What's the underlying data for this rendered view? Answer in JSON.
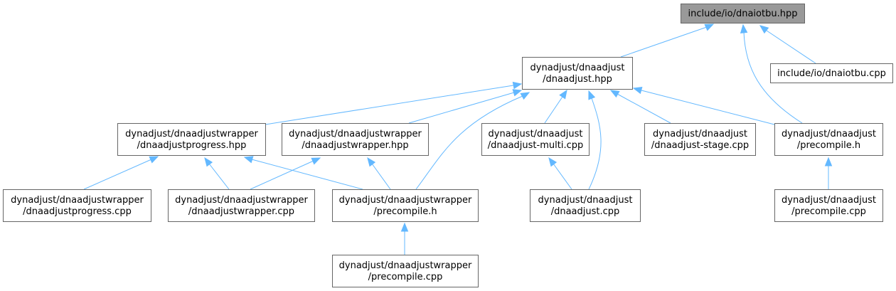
{
  "colors": {
    "edge": "#63b8ff",
    "node_border": "#666666",
    "node_fill": "#ffffff",
    "root_fill": "#999999",
    "text": "#000000"
  },
  "nodes": [
    {
      "id": "root",
      "lines": [
        "include/io/dnaiotbu.hpp"
      ],
      "root": true
    },
    {
      "id": "dnaadjust_hpp",
      "lines": [
        "dynadjust/dnaadjust",
        "/dnaadjust.hpp"
      ]
    },
    {
      "id": "dnaiotbu_cpp",
      "lines": [
        "include/io/dnaiotbu.cpp"
      ]
    },
    {
      "id": "wr_progress_hpp",
      "lines": [
        "dynadjust/dnaadjustwrapper",
        "/dnaadjustprogress.hpp"
      ]
    },
    {
      "id": "wr_wrapper_hpp",
      "lines": [
        "dynadjust/dnaadjustwrapper",
        "/dnaadjustwrapper.hpp"
      ]
    },
    {
      "id": "multi_cpp",
      "lines": [
        "dynadjust/dnaadjust",
        "/dnaadjust-multi.cpp"
      ]
    },
    {
      "id": "stage_cpp",
      "lines": [
        "dynadjust/dnaadjust",
        "/dnaadjust-stage.cpp"
      ]
    },
    {
      "id": "adj_precompile_h",
      "lines": [
        "dynadjust/dnaadjust",
        "/precompile.h"
      ]
    },
    {
      "id": "wr_progress_cpp",
      "lines": [
        "dynadjust/dnaadjustwrapper",
        "/dnaadjustprogress.cpp"
      ]
    },
    {
      "id": "wr_wrapper_cpp",
      "lines": [
        "dynadjust/dnaadjustwrapper",
        "/dnaadjustwrapper.cpp"
      ]
    },
    {
      "id": "wr_precompile_h",
      "lines": [
        "dynadjust/dnaadjustwrapper",
        "/precompile.h"
      ]
    },
    {
      "id": "dnaadjust_cpp",
      "lines": [
        "dynadjust/dnaadjust",
        "/dnaadjust.cpp"
      ]
    },
    {
      "id": "adj_precompile_cpp",
      "lines": [
        "dynadjust/dnaadjust",
        "/precompile.cpp"
      ]
    },
    {
      "id": "wr_precompile_cpp",
      "lines": [
        "dynadjust/dnaadjustwrapper",
        "/precompile.cpp"
      ]
    }
  ],
  "edges": [
    {
      "from": "dnaadjust_hpp",
      "to": "root"
    },
    {
      "from": "dnaiotbu_cpp",
      "to": "root"
    },
    {
      "from": "adj_precompile_h",
      "to": "root"
    },
    {
      "from": "wr_progress_hpp",
      "to": "dnaadjust_hpp"
    },
    {
      "from": "wr_wrapper_hpp",
      "to": "dnaadjust_hpp"
    },
    {
      "from": "wr_precompile_h",
      "to": "dnaadjust_hpp"
    },
    {
      "from": "multi_cpp",
      "to": "dnaadjust_hpp"
    },
    {
      "from": "dnaadjust_cpp",
      "to": "dnaadjust_hpp"
    },
    {
      "from": "stage_cpp",
      "to": "dnaadjust_hpp"
    },
    {
      "from": "adj_precompile_h",
      "to": "dnaadjust_hpp"
    },
    {
      "from": "wr_progress_cpp",
      "to": "wr_progress_hpp"
    },
    {
      "from": "wr_wrapper_cpp",
      "to": "wr_progress_hpp"
    },
    {
      "from": "wr_precompile_h",
      "to": "wr_progress_hpp"
    },
    {
      "from": "wr_wrapper_cpp",
      "to": "wr_wrapper_hpp"
    },
    {
      "from": "wr_precompile_h",
      "to": "wr_wrapper_hpp"
    },
    {
      "from": "dnaadjust_cpp",
      "to": "multi_cpp"
    },
    {
      "from": "adj_precompile_cpp",
      "to": "adj_precompile_h"
    },
    {
      "from": "wr_precompile_cpp",
      "to": "wr_precompile_h"
    }
  ]
}
